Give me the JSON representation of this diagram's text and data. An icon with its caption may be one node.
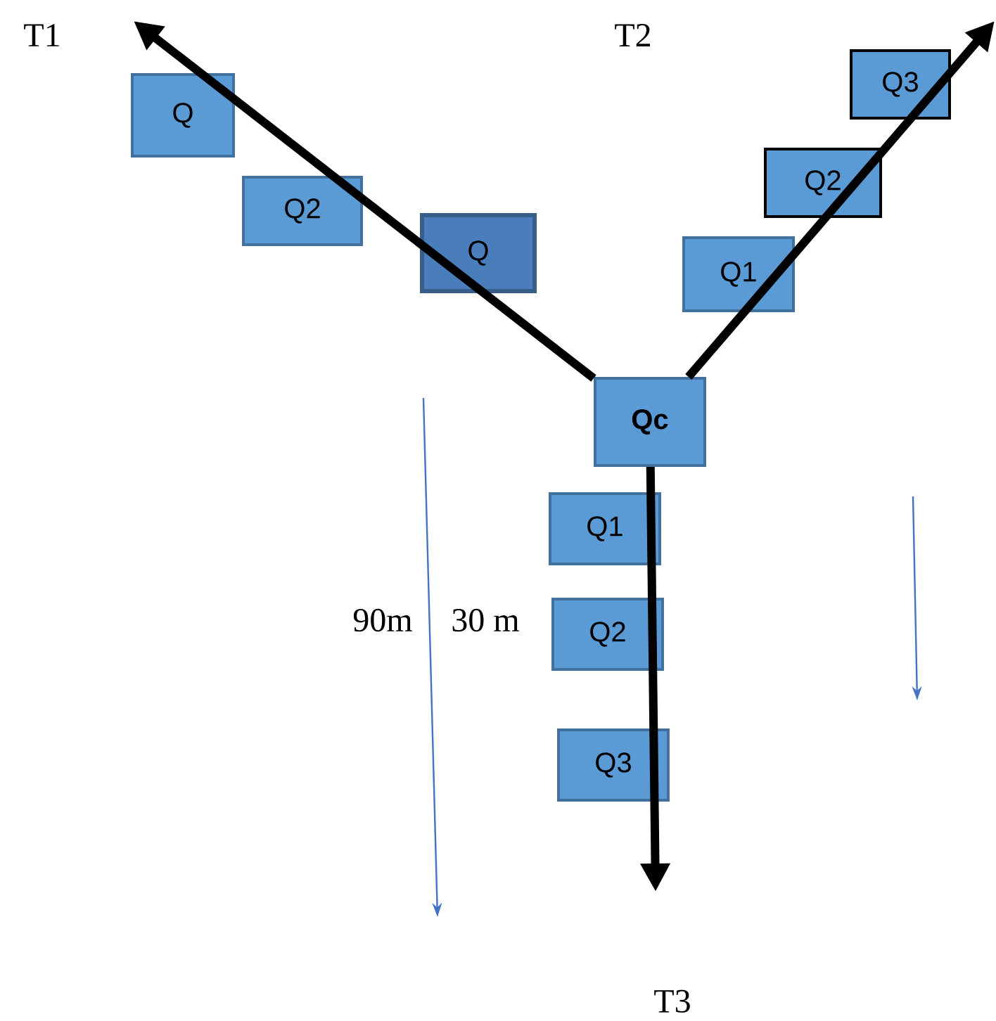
{
  "diagram": {
    "nodes": [
      {
        "text": [
          "Q"
        ]
      },
      {
        "text": [
          "Q2"
        ]
      },
      {
        "text": [
          "Q"
        ]
      },
      {
        "text": [
          "Q1"
        ]
      },
      {
        "text": [
          "Q2"
        ]
      },
      {
        "text": [
          "Q3"
        ]
      },
      {
        "text": [
          "Qc"
        ]
      },
      {
        "text": [
          "Q1"
        ]
      },
      {
        "text": [
          "Q2"
        ]
      },
      {
        "text": [
          "Q3"
        ]
      }
    ],
    "edges": [
      {
        "from": 6,
        "to": null,
        "arrow": "to"
      },
      {
        "from": 6,
        "to": null,
        "arrow": "to"
      },
      {
        "from": 6,
        "to": null,
        "arrow": "to"
      }
    ],
    "labels": [
      "T1",
      "T2",
      "90m",
      "30 m",
      "T3"
    ]
  }
}
